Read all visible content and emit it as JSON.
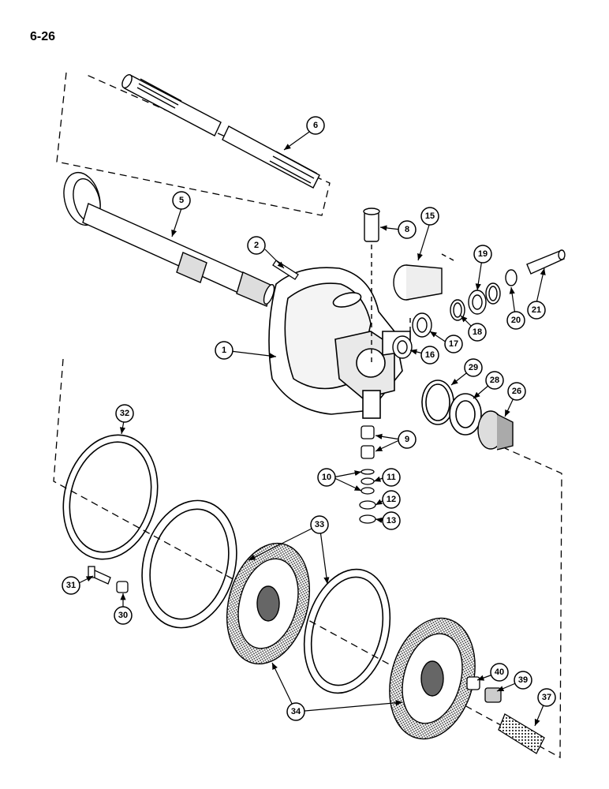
{
  "page_number": "6-26",
  "callouts": {
    "c1": "1",
    "c2": "2",
    "c5": "5",
    "c6": "6",
    "c8": "8",
    "c9": "9",
    "c10": "10",
    "c11": "11",
    "c12": "12",
    "c13": "13",
    "c15": "15",
    "c16": "16",
    "c17": "17",
    "c18": "18",
    "c19": "19",
    "c20": "20",
    "c21": "21",
    "c26": "26",
    "c28": "28",
    "c29": "29",
    "c30": "30",
    "c31": "31",
    "c32": "32",
    "c33": "33",
    "c34": "34",
    "c37": "37",
    "c39": "39",
    "c40": "40"
  }
}
